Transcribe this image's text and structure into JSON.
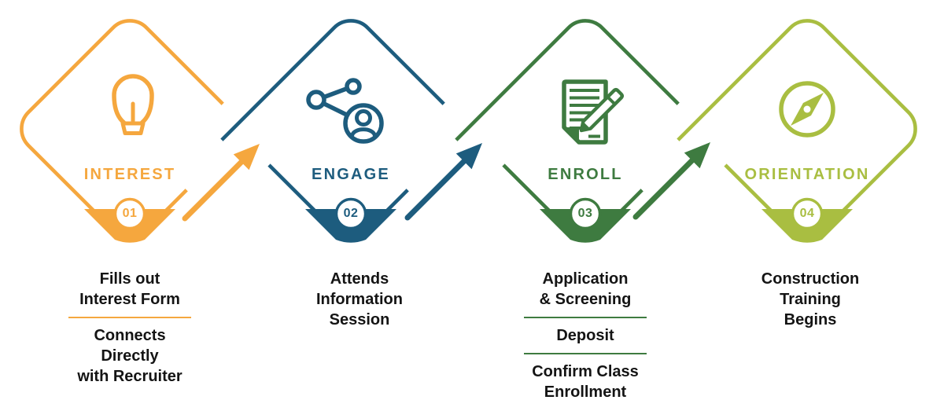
{
  "colors": {
    "step1": "#F5A73E",
    "step2": "#1D5C7E",
    "step3": "#3E7B40",
    "step4": "#A9BE41",
    "text": "#141414",
    "background": "#FFFFFF"
  },
  "steps": [
    {
      "id": "01",
      "title": "INTEREST",
      "icon": "lightbulb-icon",
      "color": "#F5A73E",
      "items": [
        "Fills out\nInterest Form",
        "Connects\nDirectly\nwith Recruiter"
      ]
    },
    {
      "id": "02",
      "title": "ENGAGE",
      "icon": "share-network-icon",
      "color": "#1D5C7E",
      "items": [
        "Attends\nInformation\nSession"
      ]
    },
    {
      "id": "03",
      "title": "ENROLL",
      "icon": "application-form-icon",
      "color": "#3E7B40",
      "items": [
        "Application\n& Screening",
        "Deposit",
        "Confirm Class\nEnrollment"
      ]
    },
    {
      "id": "04",
      "title": "ORIENTATION",
      "icon": "compass-icon",
      "color": "#A9BE41",
      "items": [
        "Construction\nTraining\nBegins"
      ]
    }
  ]
}
